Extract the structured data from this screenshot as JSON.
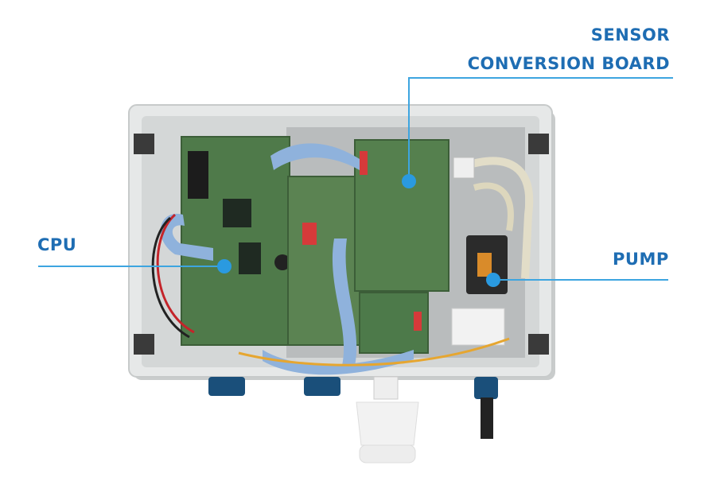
{
  "image": {
    "subject": "enclosure-with-electronics"
  },
  "callouts": {
    "sensor_line1": "SENSOR",
    "sensor_line2": "CONVERSION BOARD",
    "cpu": "CPU",
    "pump": "PUMP"
  },
  "colors": {
    "accent": "#1e6db3",
    "callout_line": "#3da5e0",
    "dot": "#2a9ae0",
    "pcb_green": "#4f7a4a",
    "enclosure": "#e4e6e6",
    "ribbon": "#8fb2dc"
  }
}
